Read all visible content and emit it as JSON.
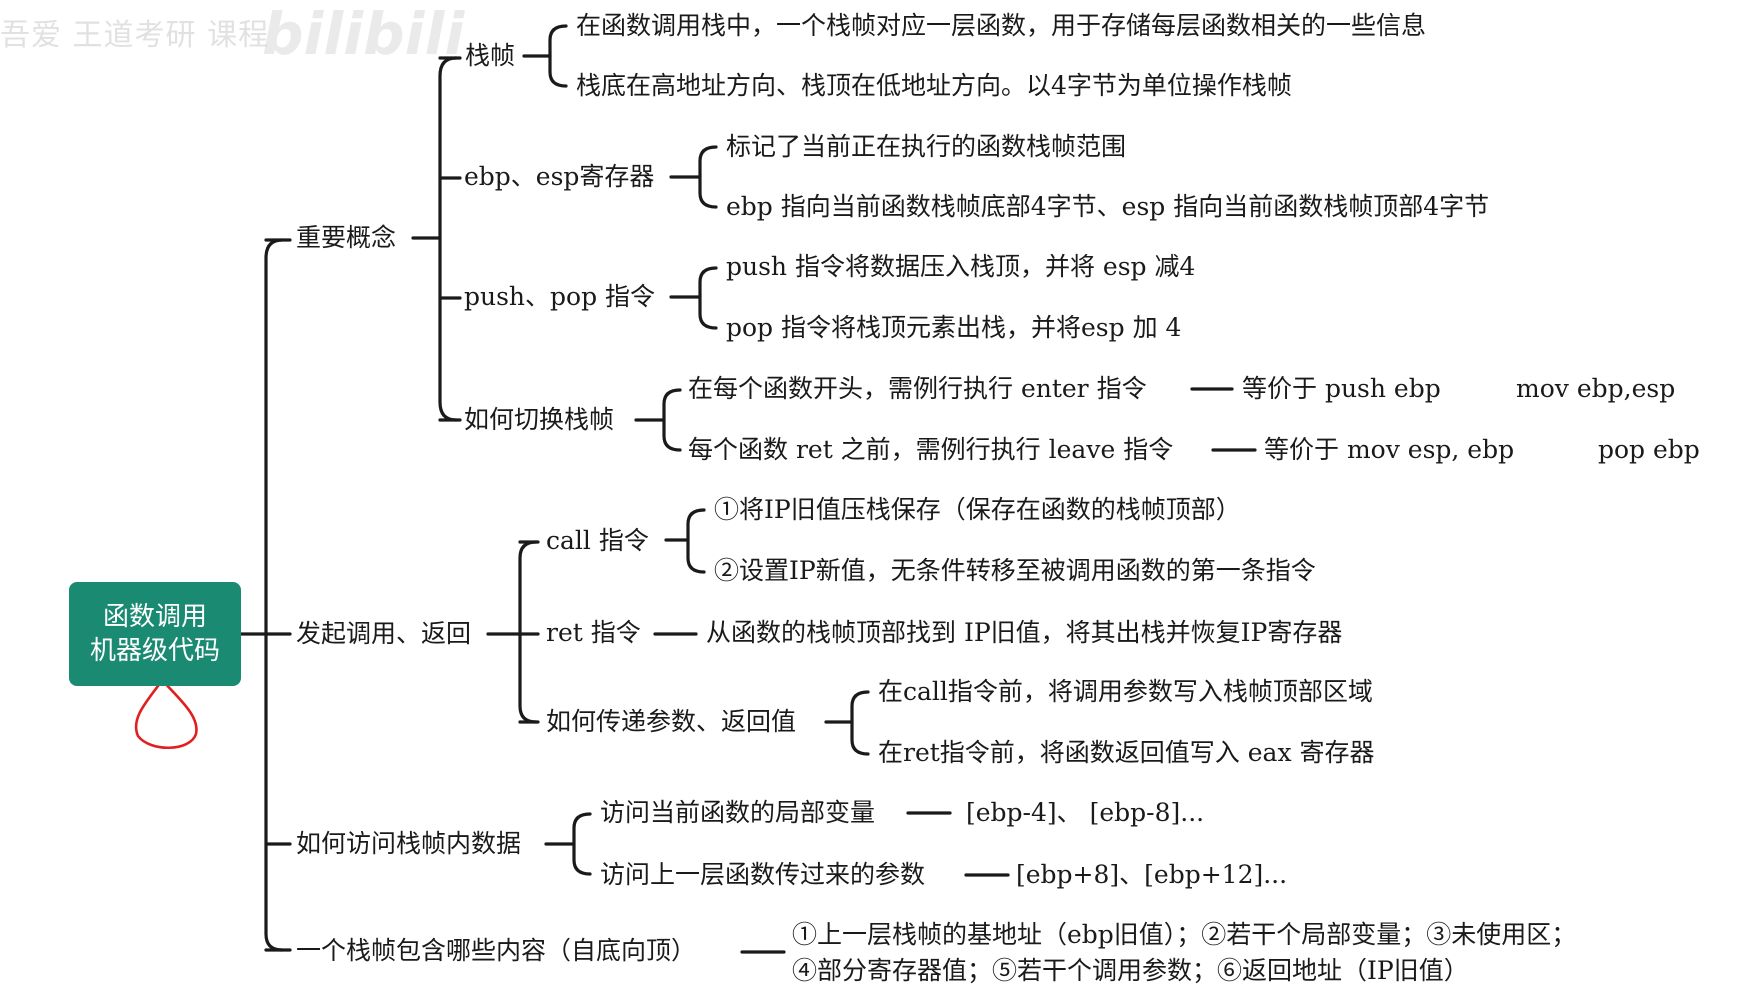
{
  "watermark": {
    "text": "吾爱 王道考研 课程",
    "logo": "bilibili"
  },
  "root": {
    "line1": "函数调用",
    "line2": "机器级代码"
  },
  "branch1": {
    "label": "重要概念",
    "stack_frame": {
      "label": "栈帧",
      "items": [
        "在函数调用栈中，一个栈帧对应一层函数，用于存储每层函数相关的一些信息",
        "栈底在高地址方向、栈顶在低地址方向。以4字节为单位操作栈帧"
      ]
    },
    "registers": {
      "label": "ebp、esp寄存器",
      "items": [
        "标记了当前正在执行的函数栈帧范围",
        "ebp 指向当前函数栈帧底部4字节、esp 指向当前函数栈帧顶部4字节"
      ]
    },
    "pushpop": {
      "label": "push、pop 指令",
      "items": [
        "push 指令将数据压入栈顶，并将 esp 减4",
        "pop 指令将栈顶元素出栈，并将esp 加 4"
      ]
    },
    "switch": {
      "label": "如何切换栈帧",
      "enter": {
        "text": "在每个函数开头，需例行执行 enter 指令",
        "equiv": "等价于 push ebp",
        "extra": "mov ebp,esp"
      },
      "leave": {
        "text": "每个函数 ret 之前，需例行执行 leave 指令",
        "equiv": "等价于 mov esp, ebp",
        "extra": "pop ebp"
      }
    }
  },
  "branch2": {
    "label": "发起调用、返回",
    "call": {
      "label": "call 指令",
      "items": [
        "①将IP旧值压栈保存（保存在函数的栈帧顶部）",
        "②设置IP新值，无条件转移至被调用函数的第一条指令"
      ]
    },
    "ret": {
      "label": "ret 指令",
      "desc": "从函数的栈帧顶部找到 IP旧值，将其出栈并恢复IP寄存器"
    },
    "params": {
      "label": "如何传递参数、返回值",
      "items": [
        "在call指令前，将调用参数写入栈帧顶部区域",
        "在ret指令前，将函数返回值写入 eax 寄存器"
      ]
    }
  },
  "branch3": {
    "label": "如何访问栈帧内数据",
    "local": {
      "text": "访问当前函数的局部变量",
      "value": "[ebp-4]、 [ebp-8]..."
    },
    "args": {
      "text": "访问上一层函数传过来的参数",
      "value": "[ebp+8]、[ebp+12]..."
    }
  },
  "branch4": {
    "label": "一个栈帧包含哪些内容（自底向顶）",
    "line1": "①上一层栈帧的基地址（ebp旧值）；②若干个局部变量；③未使用区；",
    "line2": "④部分寄存器值；⑤若干个调用参数；⑥返回地址（IP旧值）"
  },
  "colors": {
    "root_fill": "#1a8a72",
    "line": "#1a1a1a",
    "annotation": "#e02020"
  }
}
